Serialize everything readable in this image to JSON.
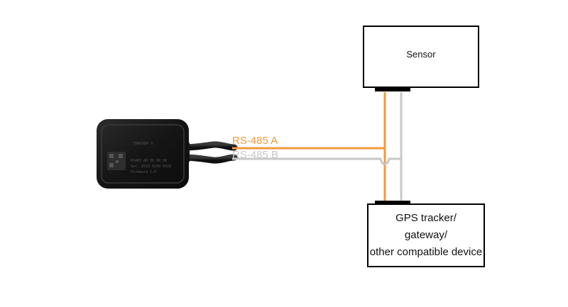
{
  "colors": {
    "line_a": "#F39A3A",
    "line_b": "#C8C8C8",
    "box_stroke": "#000000",
    "device_body": "#1a1a1a"
  },
  "sensor": {
    "label": "Sensor"
  },
  "lines": {
    "a_label": "RS-485 A",
    "b_label": "RS-485 B"
  },
  "gateway": {
    "lines": [
      "GPS tracker/",
      "gateway/",
      "other compatible device"
    ]
  },
  "device": {
    "icon": "rs485-sensor-device-icon",
    "text_lines": [
      "TRACKER S",
      "RS485 A0 Z0 00 00",
      "Ser. 2019 0230 0029",
      "Firmware 1.0"
    ]
  }
}
